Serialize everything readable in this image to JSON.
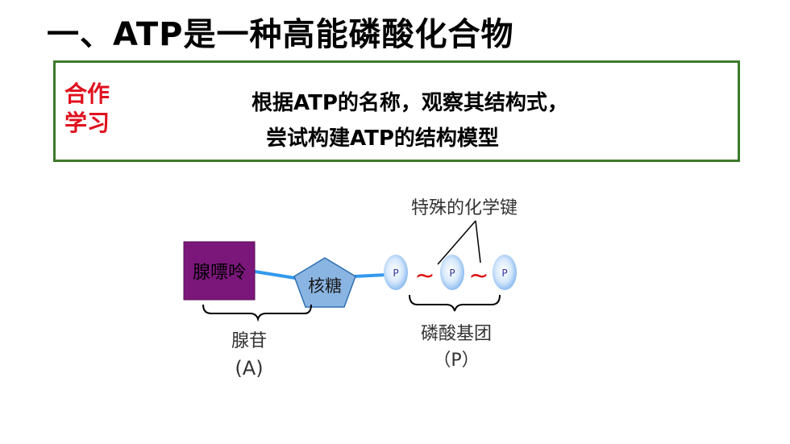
{
  "slide": {
    "title": "一、ATP是一种高能磷酸化合物"
  },
  "task": {
    "label_line1": "合作",
    "label_line2": "学习",
    "text_line1": "根据ATP的名称，观察其结构式，",
    "text_line2": "尝试构建ATP的结构模型"
  },
  "diagram": {
    "adenine": "腺嘌呤",
    "ribose": "核糖",
    "phosphates": [
      "P",
      "P",
      "P"
    ],
    "bond_symbol": "~",
    "special_bond_label": "特殊的化学键",
    "adenosine": "腺苷",
    "adenosine_symbol": "(A)",
    "phosphate_group": "磷酸基团",
    "phosphate_symbol": "（P）",
    "colors": {
      "adenine_fill": "#7b177b",
      "ribose_fill": "#8ab5e3",
      "phosphate_fill": "#7fb4ee",
      "link_line": "#3399ee",
      "bond_color": "#e01010"
    }
  }
}
